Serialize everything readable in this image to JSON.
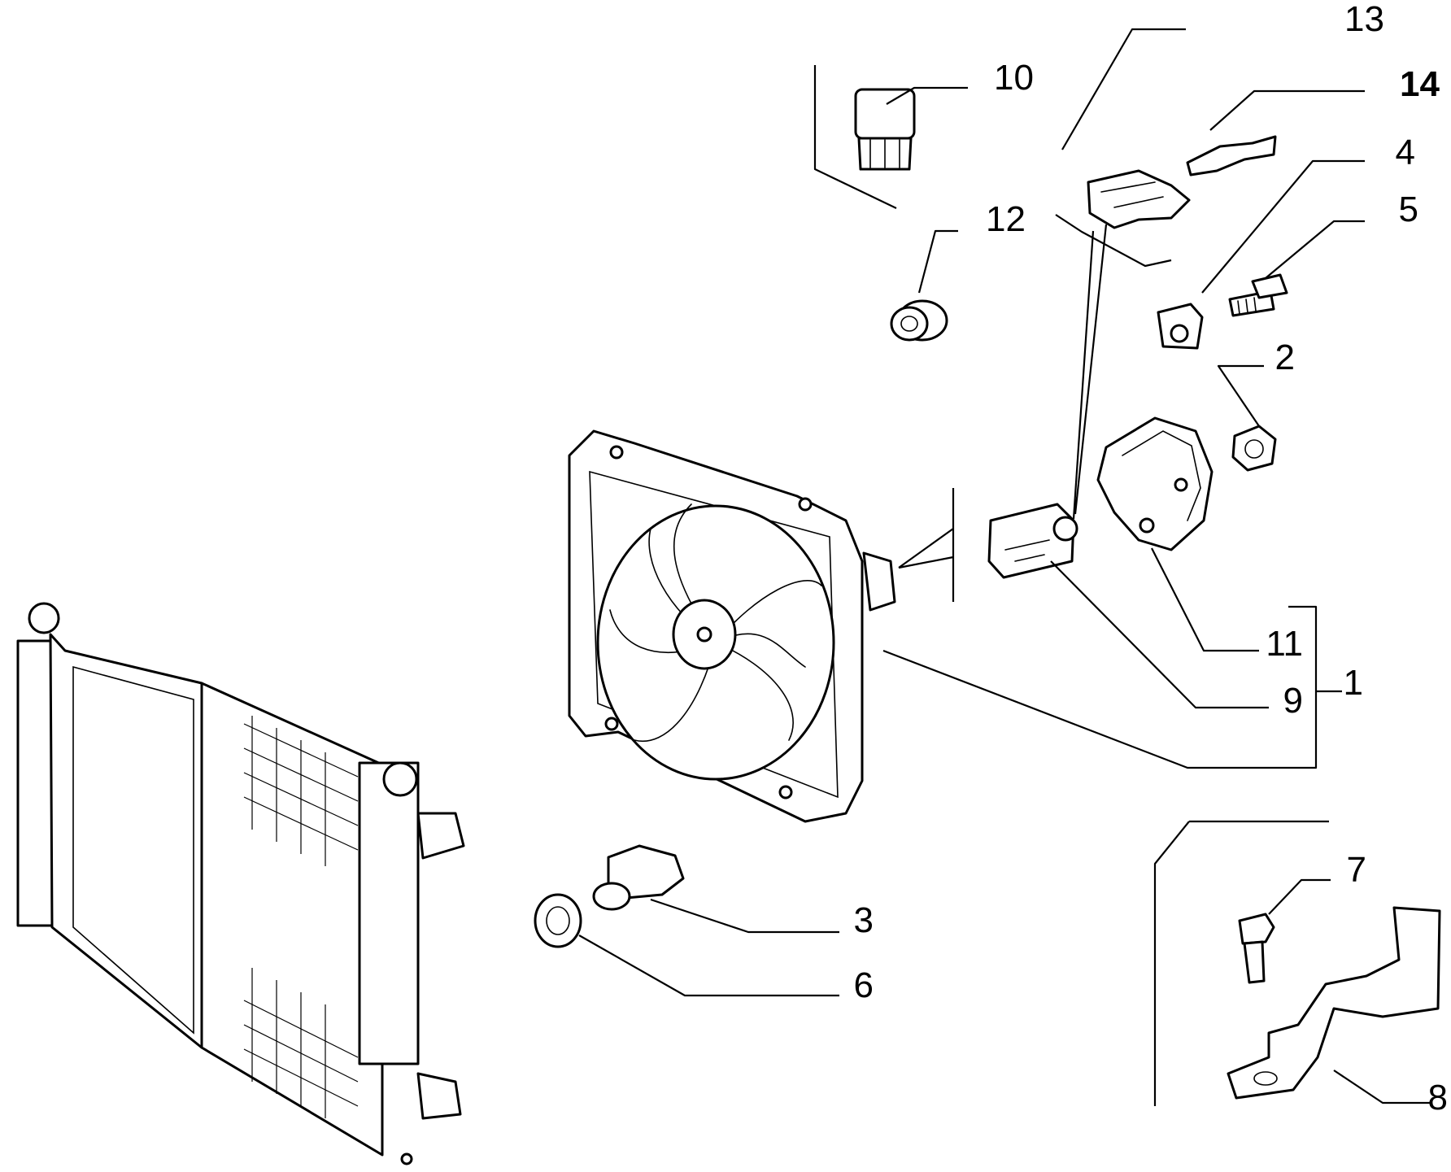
{
  "colors": {
    "ink": "#000000",
    "paper": "#ffffff"
  },
  "callouts": [
    {
      "id": "c13",
      "text": "13"
    },
    {
      "id": "c10",
      "text": "10"
    },
    {
      "id": "c14",
      "text": "14"
    },
    {
      "id": "c4",
      "text": "4"
    },
    {
      "id": "c5",
      "text": "5"
    },
    {
      "id": "c12",
      "text": "12"
    },
    {
      "id": "c2",
      "text": "2"
    },
    {
      "id": "c11",
      "text": "11"
    },
    {
      "id": "c1",
      "text": "1"
    },
    {
      "id": "c9",
      "text": "9"
    },
    {
      "id": "c3",
      "text": "3"
    },
    {
      "id": "c6",
      "text": "6"
    },
    {
      "id": "c7",
      "text": "7"
    },
    {
      "id": "c8",
      "text": "8"
    }
  ]
}
